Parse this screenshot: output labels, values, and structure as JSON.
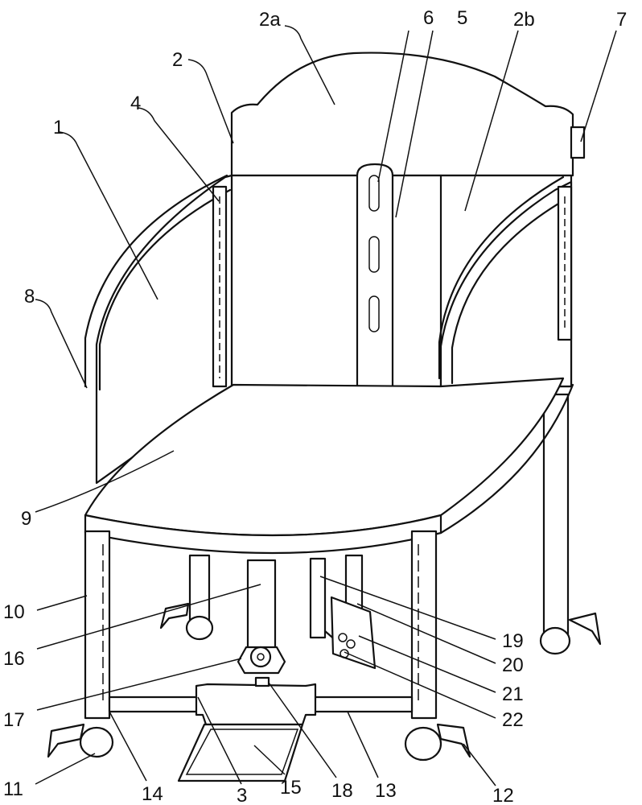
{
  "labels": {
    "l1": "1",
    "l2": "2",
    "l2a": "2a",
    "l2b": "2b",
    "l3": "3",
    "l4": "4",
    "l5": "5",
    "l6": "6",
    "l7": "7",
    "l8": "8",
    "l9": "9",
    "l10": "10",
    "l11": "11",
    "l12": "12",
    "l13": "13",
    "l14": "14",
    "l15": "15",
    "l16": "16",
    "l17": "17",
    "l18": "18",
    "l19": "19",
    "l20": "20",
    "l21": "21",
    "l22": "22"
  },
  "colors": {
    "line": "#111111",
    "background": "#ffffff"
  }
}
